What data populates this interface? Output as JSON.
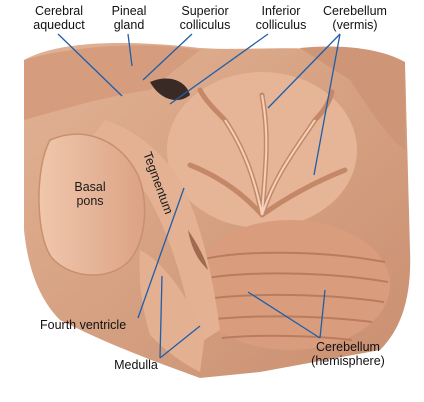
{
  "labels": {
    "cerebral_aqueduct": "Cerebral\naqueduct",
    "pineal_gland": "Pineal\ngland",
    "superior_colliculus": "Superior\ncolliculus",
    "inferior_colliculus": "Inferior\ncolliculus",
    "cerebellum_vermis": "Cerebellum\n(vermis)",
    "basal_pons": "Basal\npons",
    "tegmentum": "Tegmentum",
    "fourth_ventricle": "Fourth ventricle",
    "medulla": "Medulla",
    "cerebellum_hemisphere": "Cerebellum\n(hemisphere)"
  },
  "colors": {
    "leader_line": "#1f5fa8",
    "tissue": "#d9a488",
    "tissue_light": "#e9bea3",
    "tissue_dark": "#b07a5c",
    "background": "#ffffff"
  }
}
